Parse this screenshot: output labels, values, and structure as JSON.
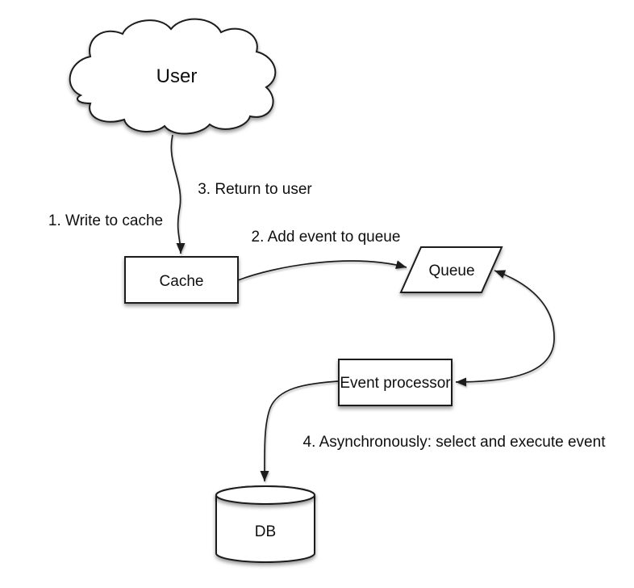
{
  "diagram": {
    "background_color": "#ffffff",
    "stroke_color": "#1c1c1c",
    "text_color": "#0f0f12",
    "nodes": [
      {
        "id": "user",
        "label": "User",
        "shape": "cloud"
      },
      {
        "id": "cache",
        "label": "Cache",
        "shape": "rectangle"
      },
      {
        "id": "queue",
        "label": "Queue",
        "shape": "parallelogram"
      },
      {
        "id": "event_processor",
        "label": "Event processor",
        "shape": "rectangle"
      },
      {
        "id": "db",
        "label": "DB",
        "shape": "cylinder"
      }
    ],
    "edges": [
      {
        "from": "user",
        "to": "cache",
        "arrow": "end",
        "style": "wavy"
      },
      {
        "from": "cache",
        "to": "queue",
        "arrow": "end",
        "style": "curved"
      },
      {
        "from": "queue",
        "to": "event_processor",
        "arrow": "both",
        "style": "curved"
      },
      {
        "from": "event_processor",
        "to": "db",
        "arrow": "end",
        "style": "curved"
      }
    ],
    "labels": [
      {
        "step": 1,
        "text": "1. Write to cache"
      },
      {
        "step": 2,
        "text": "2. Add event to queue"
      },
      {
        "step": 3,
        "text": "3. Return to user"
      },
      {
        "step": 4,
        "text": "4. Asynchronously: select and execute event"
      }
    ]
  }
}
